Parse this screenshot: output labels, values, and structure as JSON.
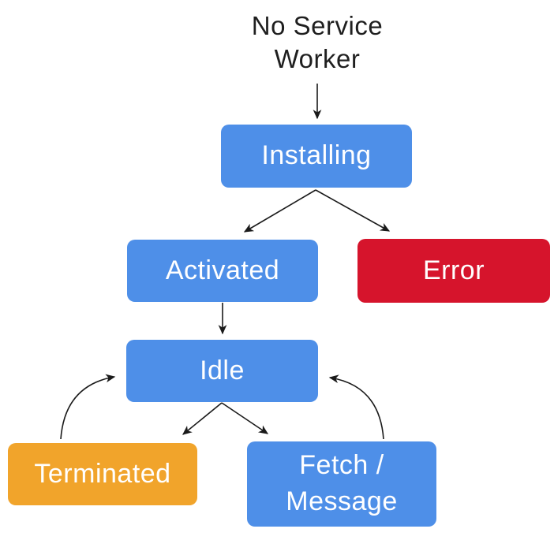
{
  "diagram": {
    "name": "service-worker-lifecycle",
    "start_label": "No Service Worker",
    "nodes": {
      "installing": {
        "label": "Installing",
        "color_key": "blue"
      },
      "activated": {
        "label": "Activated",
        "color_key": "blue"
      },
      "error": {
        "label": "Error",
        "color_key": "red"
      },
      "idle": {
        "label": "Idle",
        "color_key": "blue"
      },
      "terminated": {
        "label": "Terminated",
        "color_key": "orange"
      },
      "fetch_message": {
        "label": "Fetch / Message",
        "color_key": "blue"
      }
    },
    "edges": [
      {
        "from": "no-service-worker",
        "to": "installing",
        "style": "straight"
      },
      {
        "from": "installing",
        "to": "activated",
        "style": "straight"
      },
      {
        "from": "installing",
        "to": "error",
        "style": "straight"
      },
      {
        "from": "activated",
        "to": "idle",
        "style": "straight"
      },
      {
        "from": "idle",
        "to": "terminated",
        "style": "straight"
      },
      {
        "from": "idle",
        "to": "fetch_message",
        "style": "straight"
      },
      {
        "from": "terminated",
        "to": "idle",
        "style": "curved"
      },
      {
        "from": "fetch_message",
        "to": "idle",
        "style": "curved"
      }
    ]
  },
  "colors": {
    "blue": "#4E8FE8",
    "red": "#D6142C",
    "orange": "#F1A42B",
    "arrow": "#1A1A1A",
    "text_on_node": "#FFFFFF",
    "text_plain": "#1F1F1F",
    "background": "#FFFFFF"
  }
}
